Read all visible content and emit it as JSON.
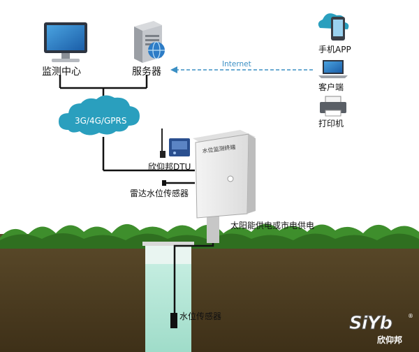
{
  "labels": {
    "monitor_center": "监测中心",
    "server": "服务器",
    "internet": "Internet",
    "mobile_app": "手机APP",
    "client": "客户端",
    "printer": "打印机",
    "network": "3G/4G/GPRS",
    "dtu": "欣仰邦DTU",
    "cabinet_title": "水位监测终端",
    "radar_sensor": "雷达水位传感器",
    "power": "太阳能供电或市电供电",
    "water_sensor": "水位传感器"
  },
  "logo": {
    "mark": "SiYb",
    "registered": "®",
    "name": "欣仰邦"
  },
  "colors": {
    "soil": "#4a3a1f",
    "grass": "#3e8e2c",
    "water": "#aee3d3",
    "cloud": "#2a9fbe",
    "arrow": "#3b8fc4",
    "line": "#111111"
  }
}
